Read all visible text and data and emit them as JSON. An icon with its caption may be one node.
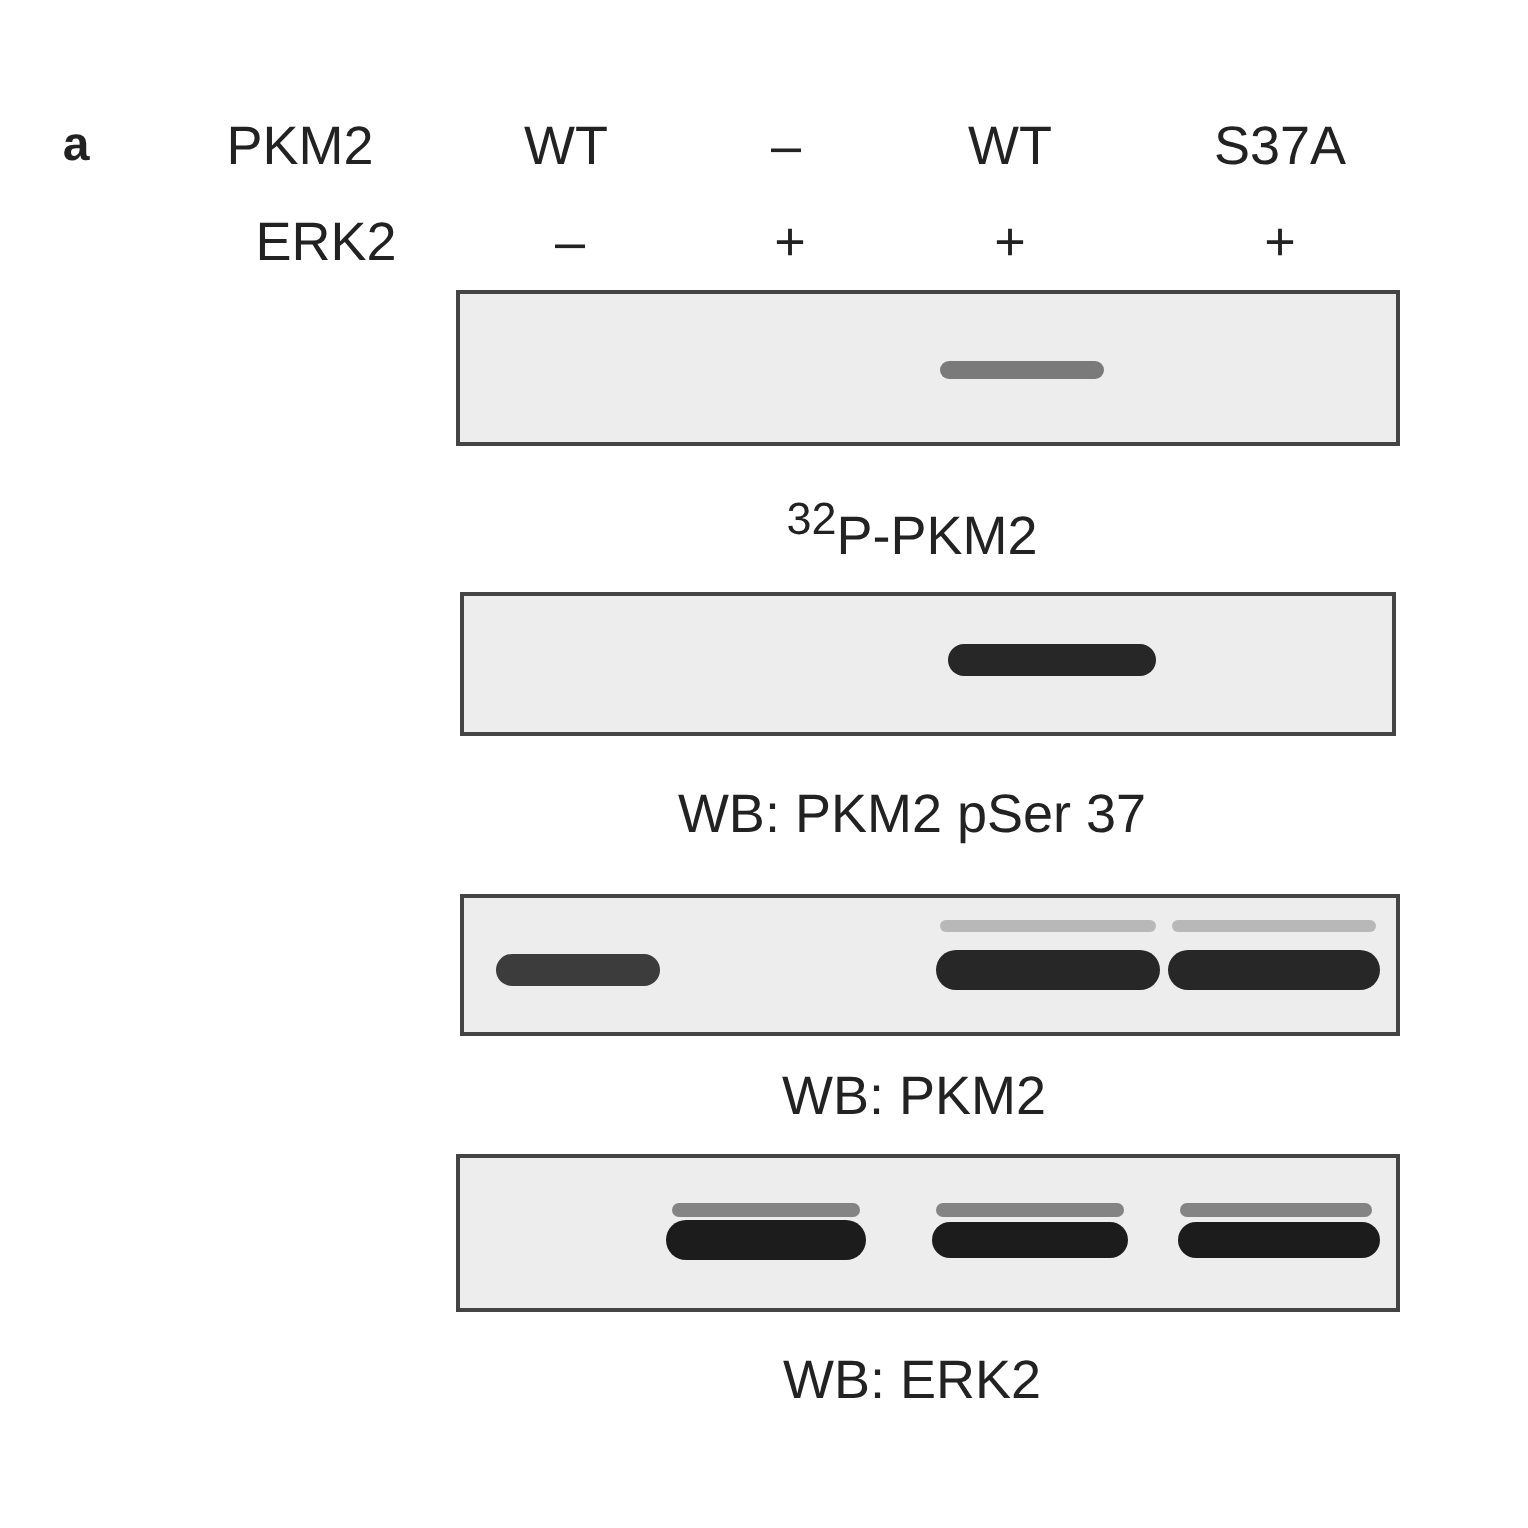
{
  "diagram": {
    "nodes": [
      {
        "text": [
          "$^{32}$P-PKM2"
        ]
      },
      {
        "text": [
          "WB: PKM2 pSer 37"
        ]
      },
      {
        "text": [
          "WB: PKM2"
        ]
      },
      {
        "text": [
          "WB: ERK2"
        ]
      }
    ],
    "labels": [
      "a",
      "PKM2",
      "WT",
      "–",
      "WT",
      "S37A",
      "ERK2",
      "–",
      "+",
      "+",
      "+"
    ]
  }
}
